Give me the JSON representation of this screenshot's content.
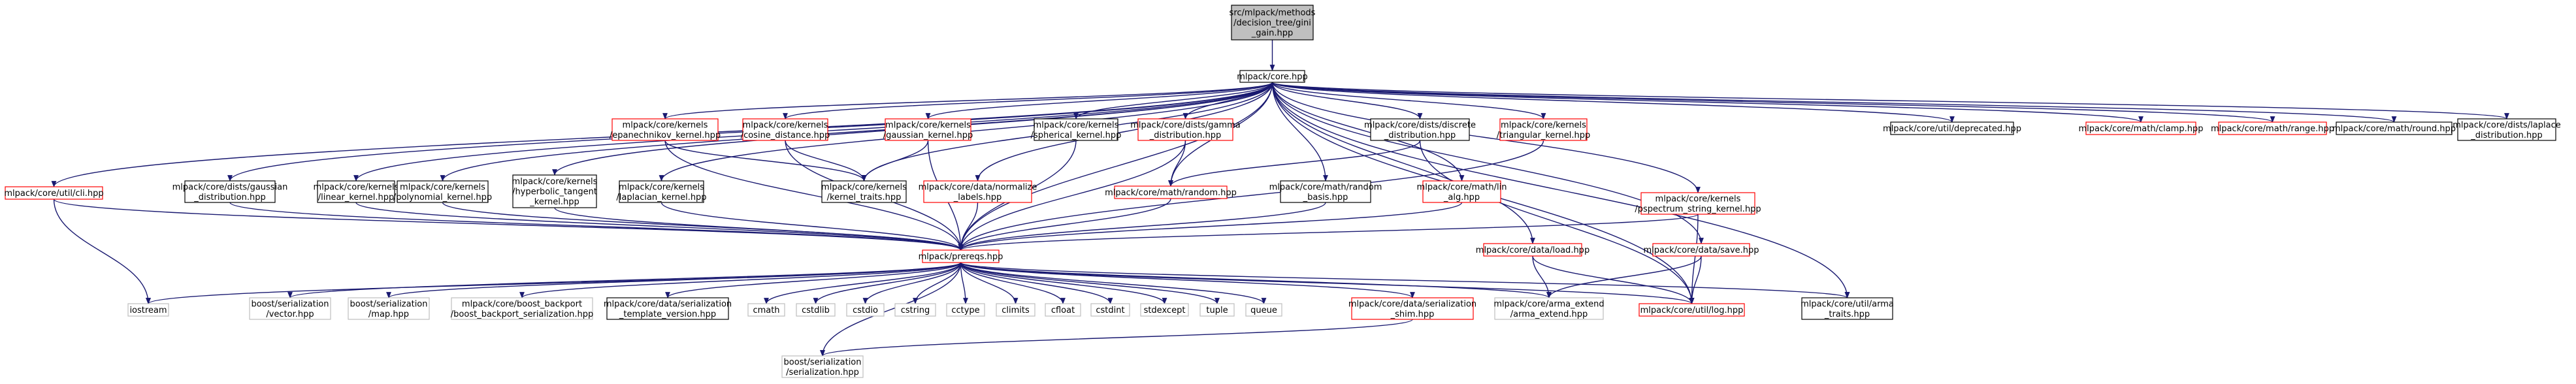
{
  "colors": {
    "root_fill": "#bfbfbf",
    "node_fill": "#ffffff",
    "border_black": "#000000",
    "border_red": "#ff0000",
    "border_gray": "#bfbfbf",
    "edge": "#191970"
  },
  "nodes": [
    {
      "id": "root",
      "lines": [
        "src/mlpack/methods",
        "/decision_tree/gini",
        "_gain.hpp"
      ],
      "border": "root"
    },
    {
      "id": "core",
      "lines": [
        "mlpack/core.hpp"
      ],
      "border": "black"
    },
    {
      "id": "cli",
      "lines": [
        "mlpack/core/util/cli.hpp"
      ],
      "border": "red"
    },
    {
      "id": "gauss_dist",
      "lines": [
        "mlpack/core/dists/gaussian",
        "_distribution.hpp"
      ],
      "border": "black"
    },
    {
      "id": "linear_k",
      "lines": [
        "mlpack/core/kernels",
        "/linear_kernel.hpp"
      ],
      "border": "black"
    },
    {
      "id": "poly_k",
      "lines": [
        "mlpack/core/kernels",
        "/polynomial_kernel.hpp"
      ],
      "border": "black"
    },
    {
      "id": "hyper_k",
      "lines": [
        "mlpack/core/kernels",
        "/hyperbolic_tangent",
        "_kernel.hpp"
      ],
      "border": "black"
    },
    {
      "id": "lap_k",
      "lines": [
        "mlpack/core/kernels",
        "/laplacian_kernel.hpp"
      ],
      "border": "black"
    },
    {
      "id": "epan_k",
      "lines": [
        "mlpack/core/kernels",
        "/epanechnikov_kernel.hpp"
      ],
      "border": "red"
    },
    {
      "id": "cos_d",
      "lines": [
        "mlpack/core/kernels",
        "/cosine_distance.hpp"
      ],
      "border": "red"
    },
    {
      "id": "gauss_k",
      "lines": [
        "mlpack/core/kernels",
        "/gaussian_kernel.hpp"
      ],
      "border": "red"
    },
    {
      "id": "ktraits",
      "lines": [
        "mlpack/core/kernels",
        "/kernel_traits.hpp"
      ],
      "border": "black"
    },
    {
      "id": "sph_k",
      "lines": [
        "mlpack/core/kernels",
        "/spherical_kernel.hpp"
      ],
      "border": "black"
    },
    {
      "id": "normlab",
      "lines": [
        "mlpack/core/data/normalize",
        "_labels.hpp"
      ],
      "border": "red"
    },
    {
      "id": "gamma",
      "lines": [
        "mlpack/core/dists/gamma",
        "_distribution.hpp"
      ],
      "border": "red"
    },
    {
      "id": "random",
      "lines": [
        "mlpack/core/math/random.hpp"
      ],
      "border": "red"
    },
    {
      "id": "randbasis",
      "lines": [
        "mlpack/core/math/random",
        "_basis.hpp"
      ],
      "border": "black"
    },
    {
      "id": "discrete",
      "lines": [
        "mlpack/core/dists/discrete",
        "_distribution.hpp"
      ],
      "border": "black"
    },
    {
      "id": "linalg",
      "lines": [
        "mlpack/core/math/lin",
        "_alg.hpp"
      ],
      "border": "red"
    },
    {
      "id": "tri_k",
      "lines": [
        "mlpack/core/kernels",
        "/triangular_kernel.hpp"
      ],
      "border": "red"
    },
    {
      "id": "pspec",
      "lines": [
        "mlpack/core/kernels",
        "/pspectrum_string_kernel.hpp"
      ],
      "border": "red"
    },
    {
      "id": "load",
      "lines": [
        "mlpack/core/data/load.hpp"
      ],
      "border": "red"
    },
    {
      "id": "save",
      "lines": [
        "mlpack/core/data/save.hpp"
      ],
      "border": "red"
    },
    {
      "id": "depr",
      "lines": [
        "mlpack/core/util/deprecated.hpp"
      ],
      "border": "black"
    },
    {
      "id": "clamp",
      "lines": [
        "mlpack/core/math/clamp.hpp"
      ],
      "border": "red"
    },
    {
      "id": "range",
      "lines": [
        "mlpack/core/math/range.hpp"
      ],
      "border": "red"
    },
    {
      "id": "round",
      "lines": [
        "mlpack/core/math/round.hpp"
      ],
      "border": "black"
    },
    {
      "id": "laplace",
      "lines": [
        "mlpack/core/dists/laplace",
        "_distribution.hpp"
      ],
      "border": "black"
    },
    {
      "id": "prereqs",
      "lines": [
        "mlpack/prereqs.hpp"
      ],
      "border": "red"
    },
    {
      "id": "iostream",
      "lines": [
        "iostream"
      ],
      "border": "gray"
    },
    {
      "id": "bvector",
      "lines": [
        "boost/serialization",
        "/vector.hpp"
      ],
      "border": "gray"
    },
    {
      "id": "bmap",
      "lines": [
        "boost/serialization",
        "/map.hpp"
      ],
      "border": "gray"
    },
    {
      "id": "bback",
      "lines": [
        "mlpack/core/boost_backport",
        "/boost_backport_serialization.hpp"
      ],
      "border": "gray"
    },
    {
      "id": "tmplver",
      "lines": [
        "mlpack/core/data/serialization",
        "_template_version.hpp"
      ],
      "border": "black"
    },
    {
      "id": "cmath",
      "lines": [
        "cmath"
      ],
      "border": "gray"
    },
    {
      "id": "cstdlib",
      "lines": [
        "cstdlib"
      ],
      "border": "gray"
    },
    {
      "id": "cstdio",
      "lines": [
        "cstdio"
      ],
      "border": "gray"
    },
    {
      "id": "cstring",
      "lines": [
        "cstring"
      ],
      "border": "gray"
    },
    {
      "id": "cctype",
      "lines": [
        "cctype"
      ],
      "border": "gray"
    },
    {
      "id": "climits",
      "lines": [
        "climits"
      ],
      "border": "gray"
    },
    {
      "id": "cfloat",
      "lines": [
        "cfloat"
      ],
      "border": "gray"
    },
    {
      "id": "cstdint",
      "lines": [
        "cstdint"
      ],
      "border": "gray"
    },
    {
      "id": "stdexcept",
      "lines": [
        "stdexcept"
      ],
      "border": "gray"
    },
    {
      "id": "tuple",
      "lines": [
        "tuple"
      ],
      "border": "gray"
    },
    {
      "id": "queue",
      "lines": [
        "queue"
      ],
      "border": "gray"
    },
    {
      "id": "shim",
      "lines": [
        "mlpack/core/data/serialization",
        "_shim.hpp"
      ],
      "border": "red"
    },
    {
      "id": "armaext",
      "lines": [
        "mlpack/core/arma_extend",
        "/arma_extend.hpp"
      ],
      "border": "gray"
    },
    {
      "id": "log",
      "lines": [
        "mlpack/core/util/log.hpp"
      ],
      "border": "red"
    },
    {
      "id": "armatraits",
      "lines": [
        "mlpack/core/util/arma",
        "_traits.hpp"
      ],
      "border": "black"
    },
    {
      "id": "bser",
      "lines": [
        "boost/serialization",
        "/serialization.hpp"
      ],
      "border": "gray"
    }
  ],
  "edges": [
    [
      "root",
      "core"
    ],
    [
      "core",
      "cli"
    ],
    [
      "core",
      "gauss_dist"
    ],
    [
      "core",
      "linear_k"
    ],
    [
      "core",
      "poly_k"
    ],
    [
      "core",
      "hyper_k"
    ],
    [
      "core",
      "lap_k"
    ],
    [
      "core",
      "epan_k"
    ],
    [
      "core",
      "cos_d"
    ],
    [
      "core",
      "gauss_k"
    ],
    [
      "core",
      "ktraits"
    ],
    [
      "core",
      "sph_k"
    ],
    [
      "core",
      "normlab"
    ],
    [
      "core",
      "gamma"
    ],
    [
      "core",
      "random"
    ],
    [
      "core",
      "randbasis"
    ],
    [
      "core",
      "discrete"
    ],
    [
      "core",
      "linalg"
    ],
    [
      "core",
      "tri_k"
    ],
    [
      "core",
      "pspec"
    ],
    [
      "core",
      "load"
    ],
    [
      "core",
      "save"
    ],
    [
      "core",
      "depr"
    ],
    [
      "core",
      "clamp"
    ],
    [
      "core",
      "range"
    ],
    [
      "core",
      "round"
    ],
    [
      "core",
      "laplace"
    ],
    [
      "core",
      "prereqs"
    ],
    [
      "core",
      "log"
    ],
    [
      "core",
      "armatraits"
    ],
    [
      "cli",
      "iostream"
    ],
    [
      "cli",
      "prereqs"
    ],
    [
      "gauss_dist",
      "prereqs"
    ],
    [
      "linear_k",
      "prereqs"
    ],
    [
      "poly_k",
      "prereqs"
    ],
    [
      "hyper_k",
      "prereqs"
    ],
    [
      "lap_k",
      "prereqs"
    ],
    [
      "epan_k",
      "prereqs"
    ],
    [
      "epan_k",
      "ktraits"
    ],
    [
      "cos_d",
      "prereqs"
    ],
    [
      "cos_d",
      "ktraits"
    ],
    [
      "gauss_k",
      "prereqs"
    ],
    [
      "gauss_k",
      "ktraits"
    ],
    [
      "sph_k",
      "prereqs"
    ],
    [
      "normlab",
      "prereqs"
    ],
    [
      "gamma",
      "prereqs"
    ],
    [
      "gamma",
      "random"
    ],
    [
      "random",
      "prereqs"
    ],
    [
      "randbasis",
      "prereqs"
    ],
    [
      "discrete",
      "random"
    ],
    [
      "discrete",
      "log"
    ],
    [
      "linalg",
      "prereqs"
    ],
    [
      "tri_k",
      "prereqs"
    ],
    [
      "pspec",
      "prereqs"
    ],
    [
      "pspec",
      "log"
    ],
    [
      "load",
      "log"
    ],
    [
      "load",
      "armaext"
    ],
    [
      "save",
      "log"
    ],
    [
      "save",
      "armaext"
    ],
    [
      "prereqs",
      "iostream"
    ],
    [
      "prereqs",
      "bvector"
    ],
    [
      "prereqs",
      "bmap"
    ],
    [
      "prereqs",
      "bback"
    ],
    [
      "prereqs",
      "tmplver"
    ],
    [
      "prereqs",
      "cmath"
    ],
    [
      "prereqs",
      "cstdlib"
    ],
    [
      "prereqs",
      "cstdio"
    ],
    [
      "prereqs",
      "cstring"
    ],
    [
      "prereqs",
      "cctype"
    ],
    [
      "prereqs",
      "climits"
    ],
    [
      "prereqs",
      "cfloat"
    ],
    [
      "prereqs",
      "cstdint"
    ],
    [
      "prereqs",
      "stdexcept"
    ],
    [
      "prereqs",
      "tuple"
    ],
    [
      "prereqs",
      "queue"
    ],
    [
      "prereqs",
      "shim"
    ],
    [
      "prereqs",
      "armaext"
    ],
    [
      "prereqs",
      "log"
    ],
    [
      "prereqs",
      "armatraits"
    ],
    [
      "prereqs",
      "bser"
    ],
    [
      "shim",
      "bser"
    ]
  ]
}
